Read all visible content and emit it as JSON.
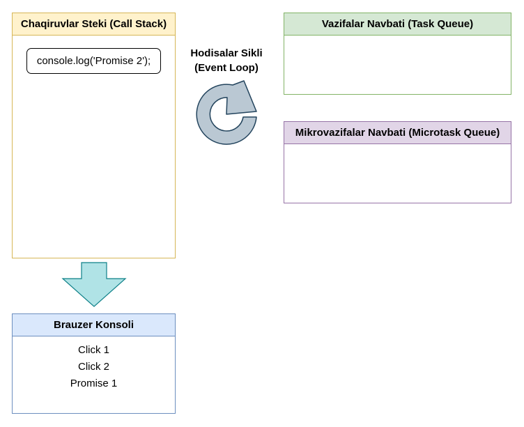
{
  "call_stack": {
    "title": "Chaqiruvlar Steki (Call Stack)",
    "items": [
      "console.log('Promise 2');"
    ]
  },
  "event_loop": {
    "line1": "Hodisalar Sikli",
    "line2": "(Event Loop)"
  },
  "task_queue": {
    "title": "Vazifalar Navbati (Task Queue)"
  },
  "microtask_queue": {
    "title": "Mikrovazifalar Navbati (Microtask Queue)"
  },
  "console": {
    "title": "Brauzer Konsoli",
    "lines": [
      "Click 1",
      "Click 2",
      "Promise 1"
    ]
  },
  "colors": {
    "call_stack_fill": "#fff2cc",
    "call_stack_stroke": "#d6b656",
    "task_queue_fill": "#d5e8d4",
    "task_queue_stroke": "#82b366",
    "microtask_fill": "#e1d5e7",
    "microtask_stroke": "#9673a6",
    "console_fill": "#dae8fc",
    "console_stroke": "#6c8ebf",
    "loop_arrow_fill": "#bac8d3",
    "loop_arrow_stroke": "#23445d",
    "down_arrow_fill": "#b0e3e6",
    "down_arrow_stroke": "#0e8088"
  }
}
